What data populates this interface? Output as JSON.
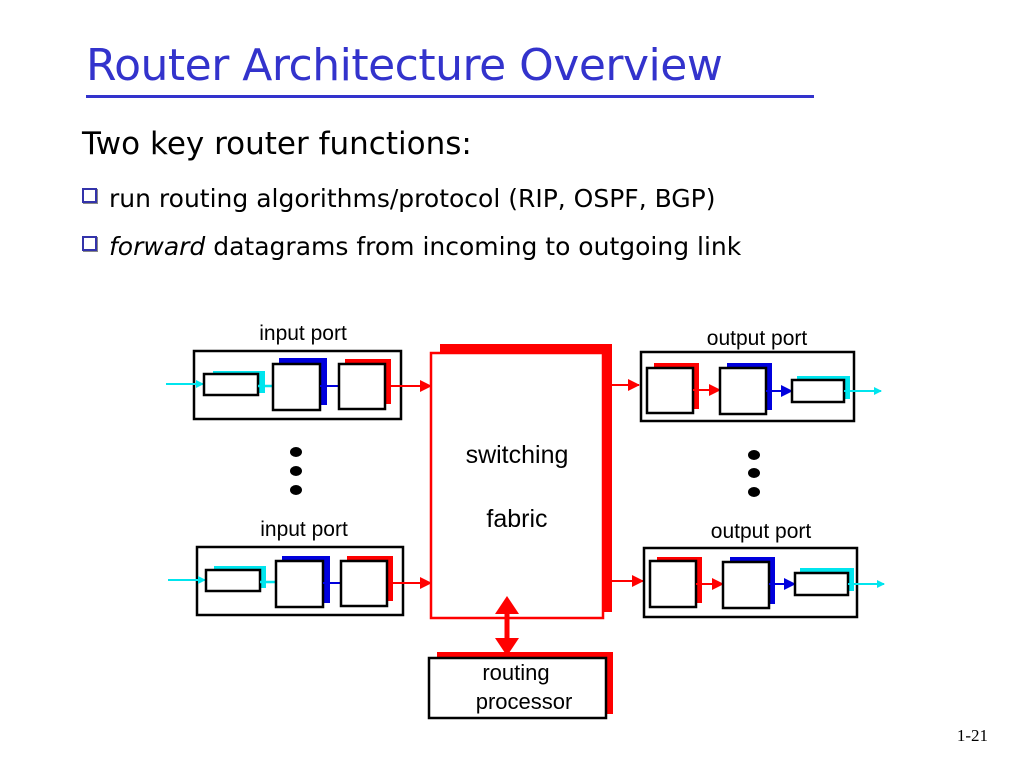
{
  "slide": {
    "title": "Router Architecture Overview",
    "subheading": "Two key router functions:",
    "bullets": [
      {
        "text": "run routing algorithms/protocol (RIP, OSPF, BGP)"
      },
      {
        "emphasis": "forward",
        "text": " datagrams from incoming to outgoing link"
      }
    ],
    "slide_number": "1-21"
  },
  "diagram": {
    "input_port_top_label": "input port",
    "input_port_bottom_label": "input port",
    "output_port_top_label": "output port",
    "output_port_bottom_label": "output port",
    "switching_fabric_line1": "switching",
    "switching_fabric_line2": "fabric",
    "routing_processor_line1": "routing",
    "routing_processor_line2": "processor",
    "colors": {
      "line_termination": "#00e5ee",
      "link_layer": "#0000dd",
      "lookup_queue": "#ff0000",
      "fabric": "#ff0000",
      "outline": "#000000"
    }
  }
}
